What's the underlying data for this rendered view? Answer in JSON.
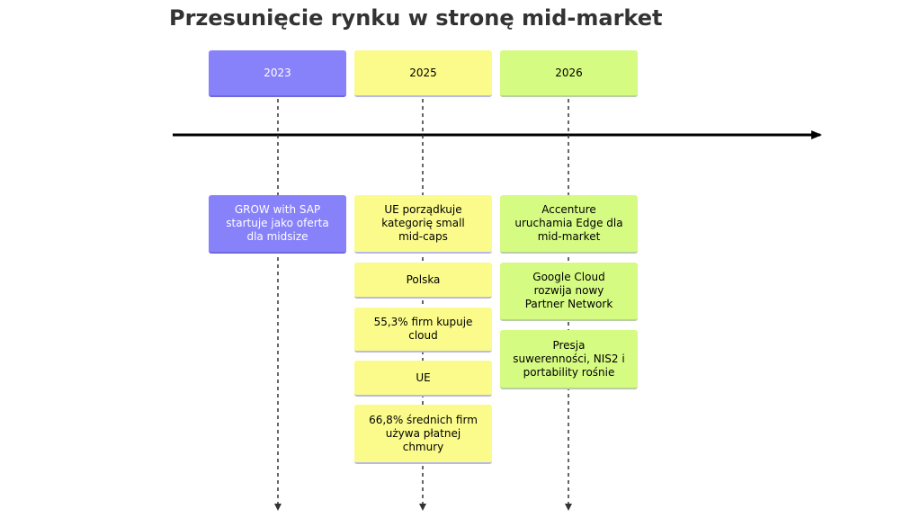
{
  "title": "Przesunięcie rynku w stronę mid-market",
  "colors": {
    "section_2023": "#8781fa",
    "section_2025": "#fbfb8b",
    "section_2026": "#d6fb82",
    "axis": "#000000"
  },
  "periods": [
    {
      "label": "2023",
      "events": [
        "GROW with SAP\nstartuje jako oferta\ndla midsize"
      ]
    },
    {
      "label": "2025",
      "events": [
        "UE porządkuje\nkategorię small\nmid-caps",
        "Polska",
        "55,3% firm kupuje\ncloud",
        "UE",
        "66,8% średnich firm\nużywa płatnej\nchmury"
      ]
    },
    {
      "label": "2026",
      "events": [
        "Accenture\nuruchamia Edge dla\nmid-market",
        "Google Cloud\nrozwija nowy\nPartner Network",
        "Presja\nsuwerenności, NIS2 i\nportability rośnie"
      ]
    }
  ]
}
